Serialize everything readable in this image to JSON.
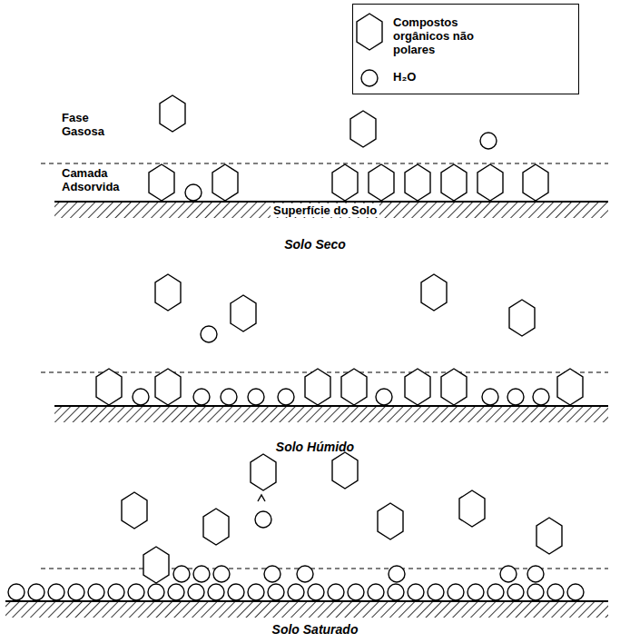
{
  "diagram": {
    "labels": [
      "Fase Gasosa",
      "Camada Adsorvida",
      "Superfície do Solo",
      "Solo Seco",
      "Solo Húmido",
      "Solo Saturado"
    ],
    "legend": [
      {
        "text": "Compostos orgânicos não polares"
      },
      {
        "text": "H₂O"
      }
    ]
  }
}
